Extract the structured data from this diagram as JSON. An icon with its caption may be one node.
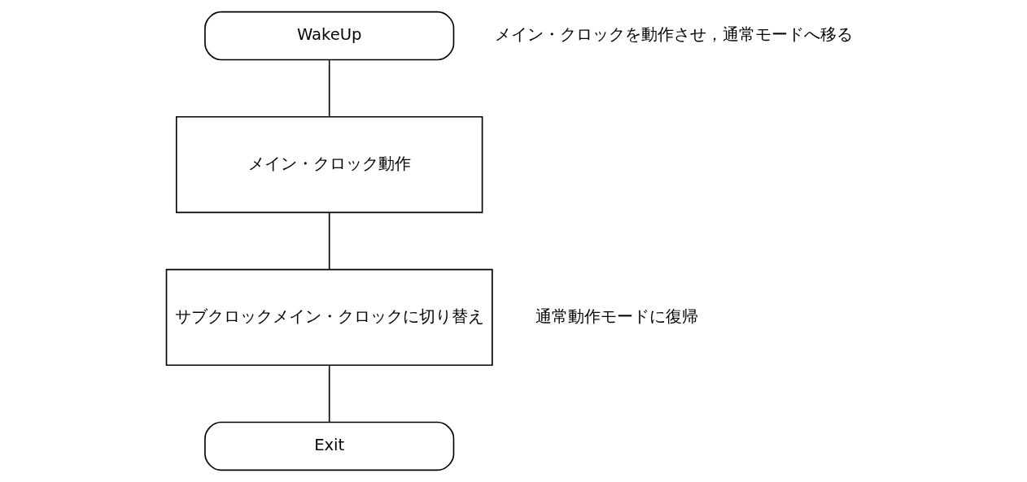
{
  "diagram": {
    "nodes": [
      {
        "text": [
          "WakeUp"
        ],
        "beside": [
          "メイン・クロックを動作させ，通常モードへ移る"
        ]
      },
      {
        "text": [
          "メイン・クロック動作"
        ]
      },
      {
        "text": [
          "サブクロックメイン・クロックに切り替え"
        ],
        "beside": [
          "通常動作モードに復帰"
        ]
      },
      {
        "text": [
          "Exit"
        ]
      }
    ],
    "edges": [
      {
        "from": 0,
        "to": 1,
        "arrow": "none"
      },
      {
        "from": 1,
        "to": 2,
        "arrow": "none"
      },
      {
        "from": 2,
        "to": 3,
        "arrow": "none"
      }
    ]
  }
}
